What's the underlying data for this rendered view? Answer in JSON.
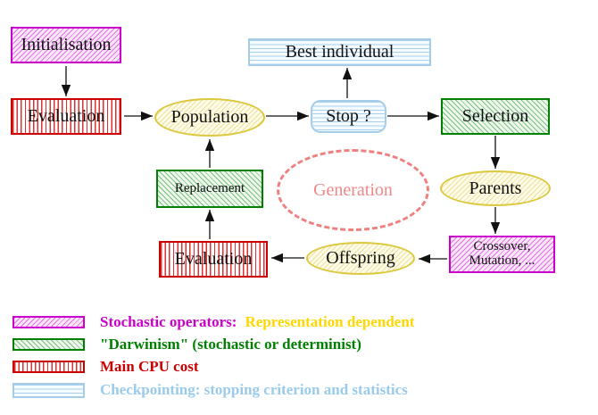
{
  "nodes": {
    "initialisation": "Initialisation",
    "evaluation_top": "Evaluation",
    "population": "Population",
    "best_individual": "Best individual",
    "stop": "Stop ?",
    "selection": "Selection",
    "replacement": "Replacement",
    "generation": "Generation",
    "parents": "Parents",
    "evaluation_bottom": "Evaluation",
    "offspring": "Offspring",
    "crossover_line1": "Crossover,",
    "crossover_line2": "Mutation, ..."
  },
  "legend": {
    "rows": [
      {
        "swatch": "magenta-diagonal-hatch",
        "parts": [
          {
            "text": "Stochastic operators:",
            "color": "#cc00cc"
          },
          {
            "text": "Representation dependent",
            "color": "#ffd700"
          }
        ]
      },
      {
        "swatch": "green-diagonal-hatch",
        "parts": [
          {
            "text": "\"Darwinism\" (stochastic or determinist)",
            "color": "#008000"
          }
        ]
      },
      {
        "swatch": "red-vertical-stripes",
        "parts": [
          {
            "text": "Main CPU cost",
            "color": "#cc0000"
          }
        ]
      },
      {
        "swatch": "cyan-horizontal-stripes",
        "parts": [
          {
            "text": "Checkpointing: stopping criterion and statistics",
            "color": "#99cbea"
          }
        ]
      }
    ]
  },
  "colors": {
    "magenta": "#cc00cc",
    "green": "#008000",
    "red": "#cc0000",
    "cyan_border": "#a5cde9",
    "yellow_border": "#dcc83e",
    "salmon_generation": "#ee8080",
    "arrow": "#111111",
    "background": "#ffffff"
  }
}
